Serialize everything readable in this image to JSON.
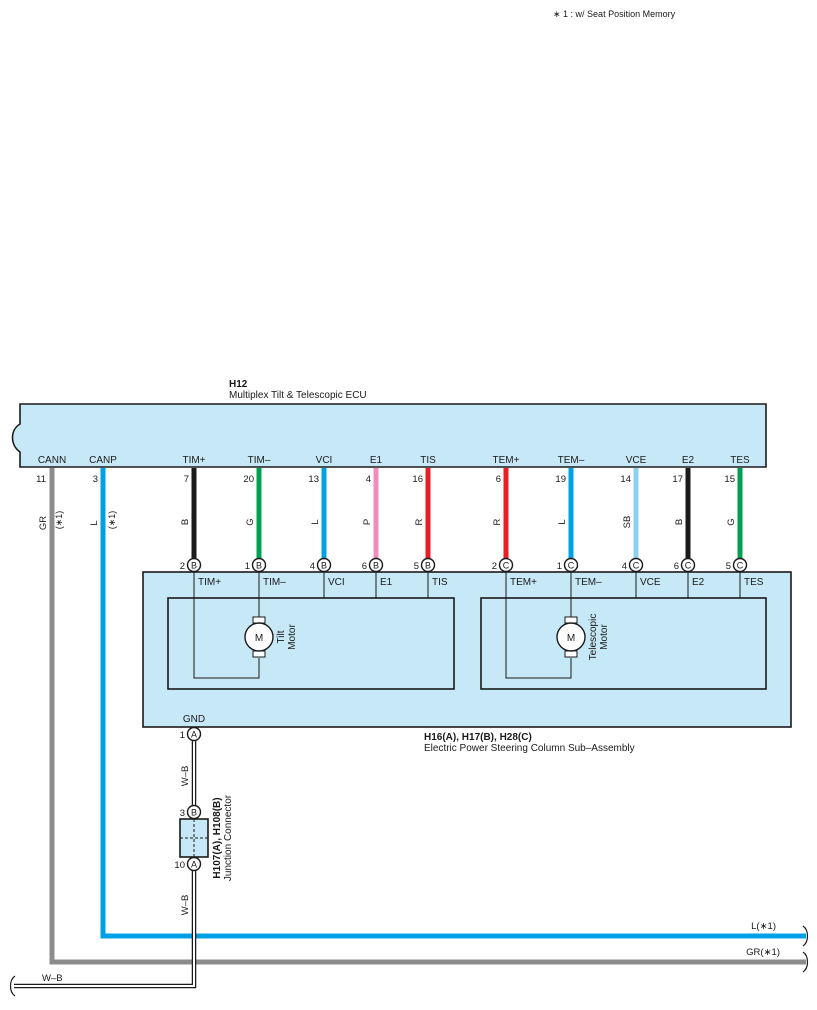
{
  "note": "∗ 1 : w/ Seat Position Memory",
  "ecu": {
    "code": "H12",
    "name": "Multiplex Tilt & Telescopic ECU",
    "terminals": [
      {
        "label": "CANN",
        "pin": "11"
      },
      {
        "label": "CANP",
        "pin": "3"
      },
      {
        "label": "TIM+",
        "pin": "7"
      },
      {
        "label": "TIM–",
        "pin": "20"
      },
      {
        "label": "VCI",
        "pin": "13"
      },
      {
        "label": "E1",
        "pin": "4"
      },
      {
        "label": "TIS",
        "pin": "16"
      },
      {
        "label": "TEM+",
        "pin": "6"
      },
      {
        "label": "TEM–",
        "pin": "19"
      },
      {
        "label": "VCE",
        "pin": "14"
      },
      {
        "label": "E2",
        "pin": "17"
      },
      {
        "label": "TES",
        "pin": "15"
      }
    ]
  },
  "wires": [
    {
      "color_code": "GR",
      "note": "(∗1)",
      "color": "#8c8c8c"
    },
    {
      "color_code": "L",
      "note": "(∗1)",
      "color": "#00a0e6"
    },
    {
      "color_code": "B",
      "color": "#1a1a1a"
    },
    {
      "color_code": "G",
      "color": "#00a050"
    },
    {
      "color_code": "L",
      "color": "#00a0e6"
    },
    {
      "color_code": "P",
      "color": "#f08cc0"
    },
    {
      "color_code": "R",
      "color": "#e61e28"
    },
    {
      "color_code": "R",
      "color": "#e61e28"
    },
    {
      "color_code": "L",
      "color": "#00a0e6"
    },
    {
      "color_code": "SB",
      "color": "#8cd2f0"
    },
    {
      "color_code": "B",
      "color": "#1a1a1a"
    },
    {
      "color_code": "G",
      "color": "#00a050"
    }
  ],
  "column": {
    "codes": "H16(A), H17(B), H28(C)",
    "name": "Electric Power Steering Column Sub–Assembly",
    "connectors": [
      {
        "pin": "2",
        "connector": "B",
        "label": "TIM+"
      },
      {
        "pin": "1",
        "connector": "B",
        "label": "TIM–"
      },
      {
        "pin": "4",
        "connector": "B",
        "label": "VCI"
      },
      {
        "pin": "6",
        "connector": "B",
        "label": "E1"
      },
      {
        "pin": "5",
        "connector": "B",
        "label": "TIS"
      },
      {
        "pin": "2",
        "connector": "C",
        "label": "TEM+"
      },
      {
        "pin": "1",
        "connector": "C",
        "label": "TEM–"
      },
      {
        "pin": "4",
        "connector": "C",
        "label": "VCE"
      },
      {
        "pin": "6",
        "connector": "C",
        "label": "E2"
      },
      {
        "pin": "5",
        "connector": "C",
        "label": "TES"
      }
    ],
    "tilt_motor": {
      "symbol": "M",
      "line1": "Tilt",
      "line2": "Motor"
    },
    "tele_motor": {
      "symbol": "M",
      "line1": "Telescopic",
      "line2": "Motor"
    },
    "gnd": {
      "label": "GND",
      "pin": "1",
      "connector": "A"
    }
  },
  "junction": {
    "codes": "H107(A), H108(B)",
    "name": "Junction Connector",
    "top_pin": "3",
    "top_connector": "B",
    "bottom_pin": "10",
    "bottom_connector": "A"
  },
  "ground_wire": {
    "upper": "W–B",
    "lower": "W–B",
    "left": "W–B"
  },
  "right_labels": {
    "l": "L(∗1)",
    "gr": "GR(∗1)"
  },
  "colors": {
    "fill": "#c6e8f7",
    "outline": "#1a1a1a"
  }
}
